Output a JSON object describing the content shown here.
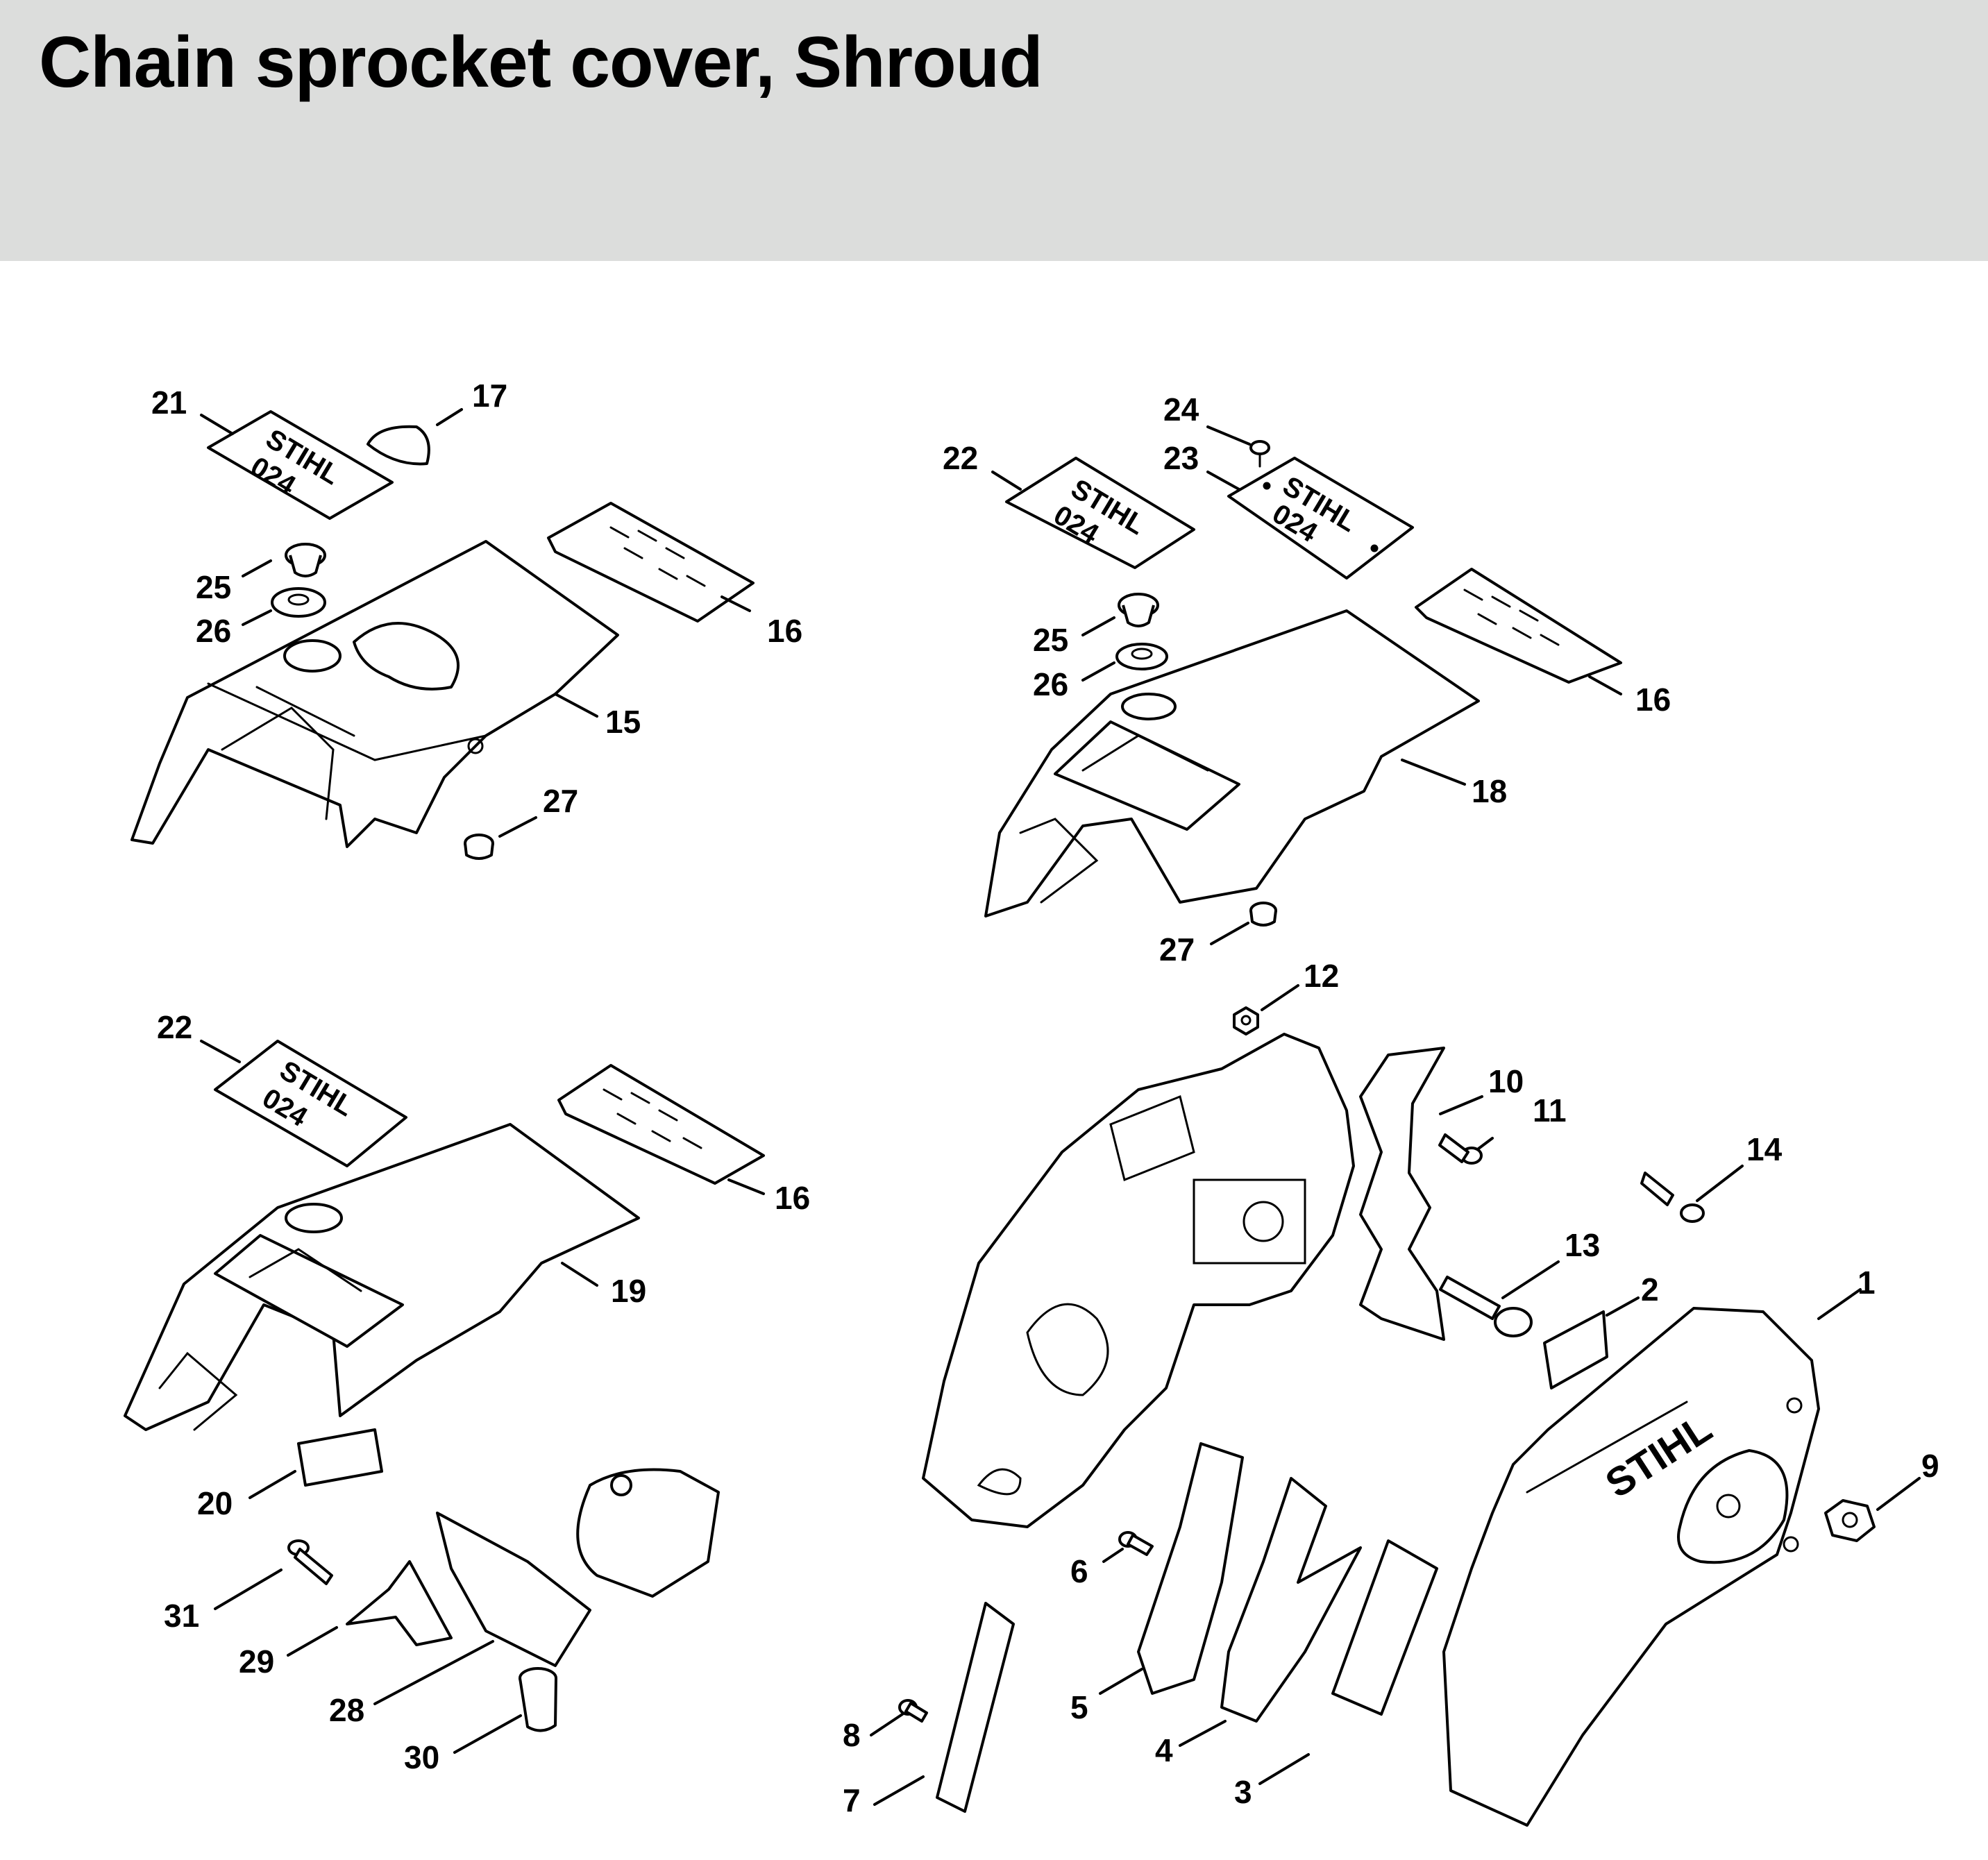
{
  "title": "Chain sprocket cover, Shroud",
  "colors": {
    "header_background": "#dcdddc",
    "line": "#000000",
    "background": "#ffffff"
  },
  "callouts": {
    "c1": "1",
    "c2": "2",
    "c3": "3",
    "c4": "4",
    "c5": "5",
    "c6": "6",
    "c7": "7",
    "c8": "8",
    "c9": "9",
    "c10": "10",
    "c11": "11",
    "c12": "12",
    "c13": "13",
    "c14": "14",
    "c15": "15",
    "c16a": "16",
    "c16b": "16",
    "c16c": "16",
    "c17": "17",
    "c18": "18",
    "c19": "19",
    "c20": "20",
    "c21": "21",
    "c22a": "22",
    "c22b": "22",
    "c23": "23",
    "c24": "24",
    "c25a": "25",
    "c25b": "25",
    "c26a": "26",
    "c26b": "26",
    "c27a": "27",
    "c27b": "27",
    "c28": "28",
    "c29": "29",
    "c30": "30",
    "c31": "31"
  },
  "labels": {
    "brand": "STIHL",
    "model": "024"
  }
}
